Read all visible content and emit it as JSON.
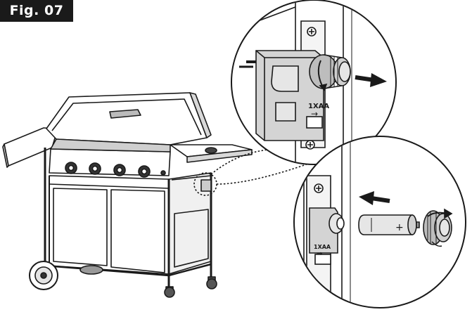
{
  "figure": {
    "label": "Fig. 07"
  },
  "ignition_module": {
    "battery_type_label": "1XAA",
    "direction_arrow": "→"
  },
  "battery_detail": {
    "battery_type_label": "1XAA",
    "direction_arrow": "→",
    "polarity_symbol": "+"
  },
  "icons": {
    "pull_arrow": "arrow-right-icon",
    "insert_arrow": "arrow-left-icon",
    "battery": "aa-battery-icon",
    "screw": "screw-icon"
  },
  "colors": {
    "line": "#1a1a1a",
    "module_fill": "#d4d4d4",
    "cap_fill": "#bdbdbd",
    "battery_fill": "#e6e6e6",
    "background": "#ffffff"
  }
}
